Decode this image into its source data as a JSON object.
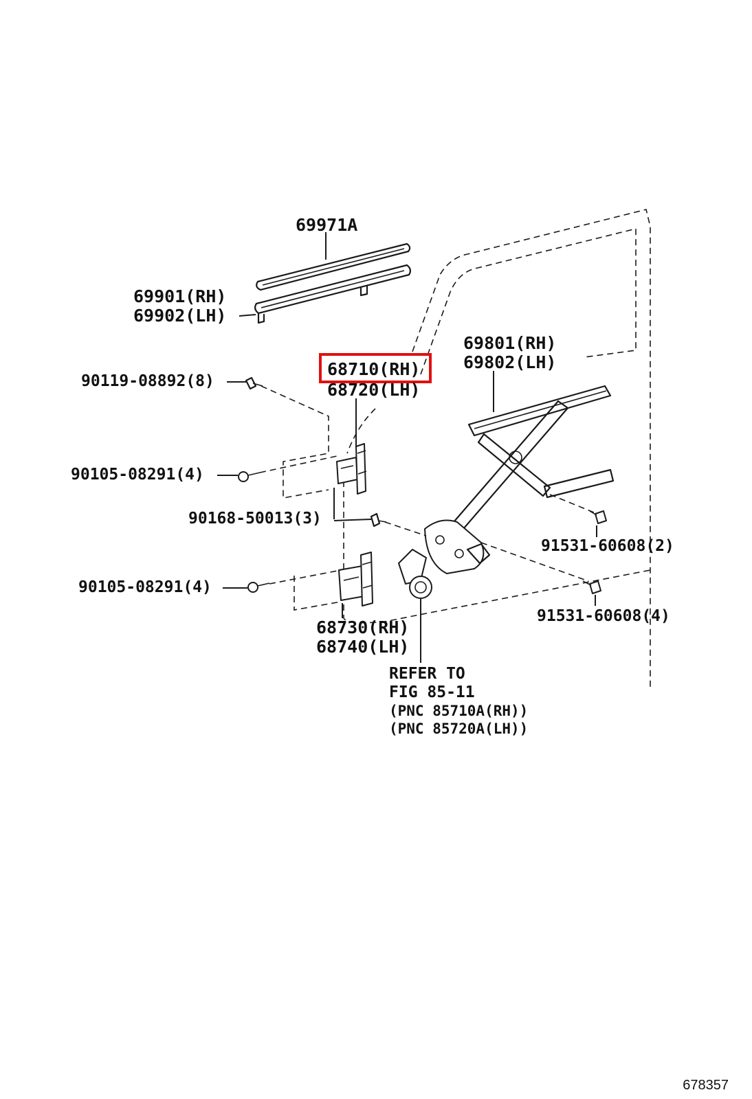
{
  "highlight_color": "#e01010",
  "figure_id": "678357",
  "labels": {
    "p69971a": "69971A",
    "p69901": "69901(RH)",
    "p69902": "69902(LH)",
    "p68710": "68710(RH)",
    "p68720": "68720(LH)",
    "p69801": "69801(RH)",
    "p69802": "69802(LH)",
    "p90119": "90119-08892(8)",
    "p90105a": "90105-08291(4)",
    "p90168": "90168-50013(3)",
    "p90105b": "90105-08291(4)",
    "p91531a": "91531-60608(2)",
    "p91531b": "91531-60608(4)",
    "p68730": "68730(RH)",
    "p68740": "68740(LH)",
    "refer1": "REFER TO",
    "refer2": "FIG 85-11",
    "pnc1": "(PNC 85710A(RH))",
    "pnc2": "(PNC 85720A(LH))"
  }
}
